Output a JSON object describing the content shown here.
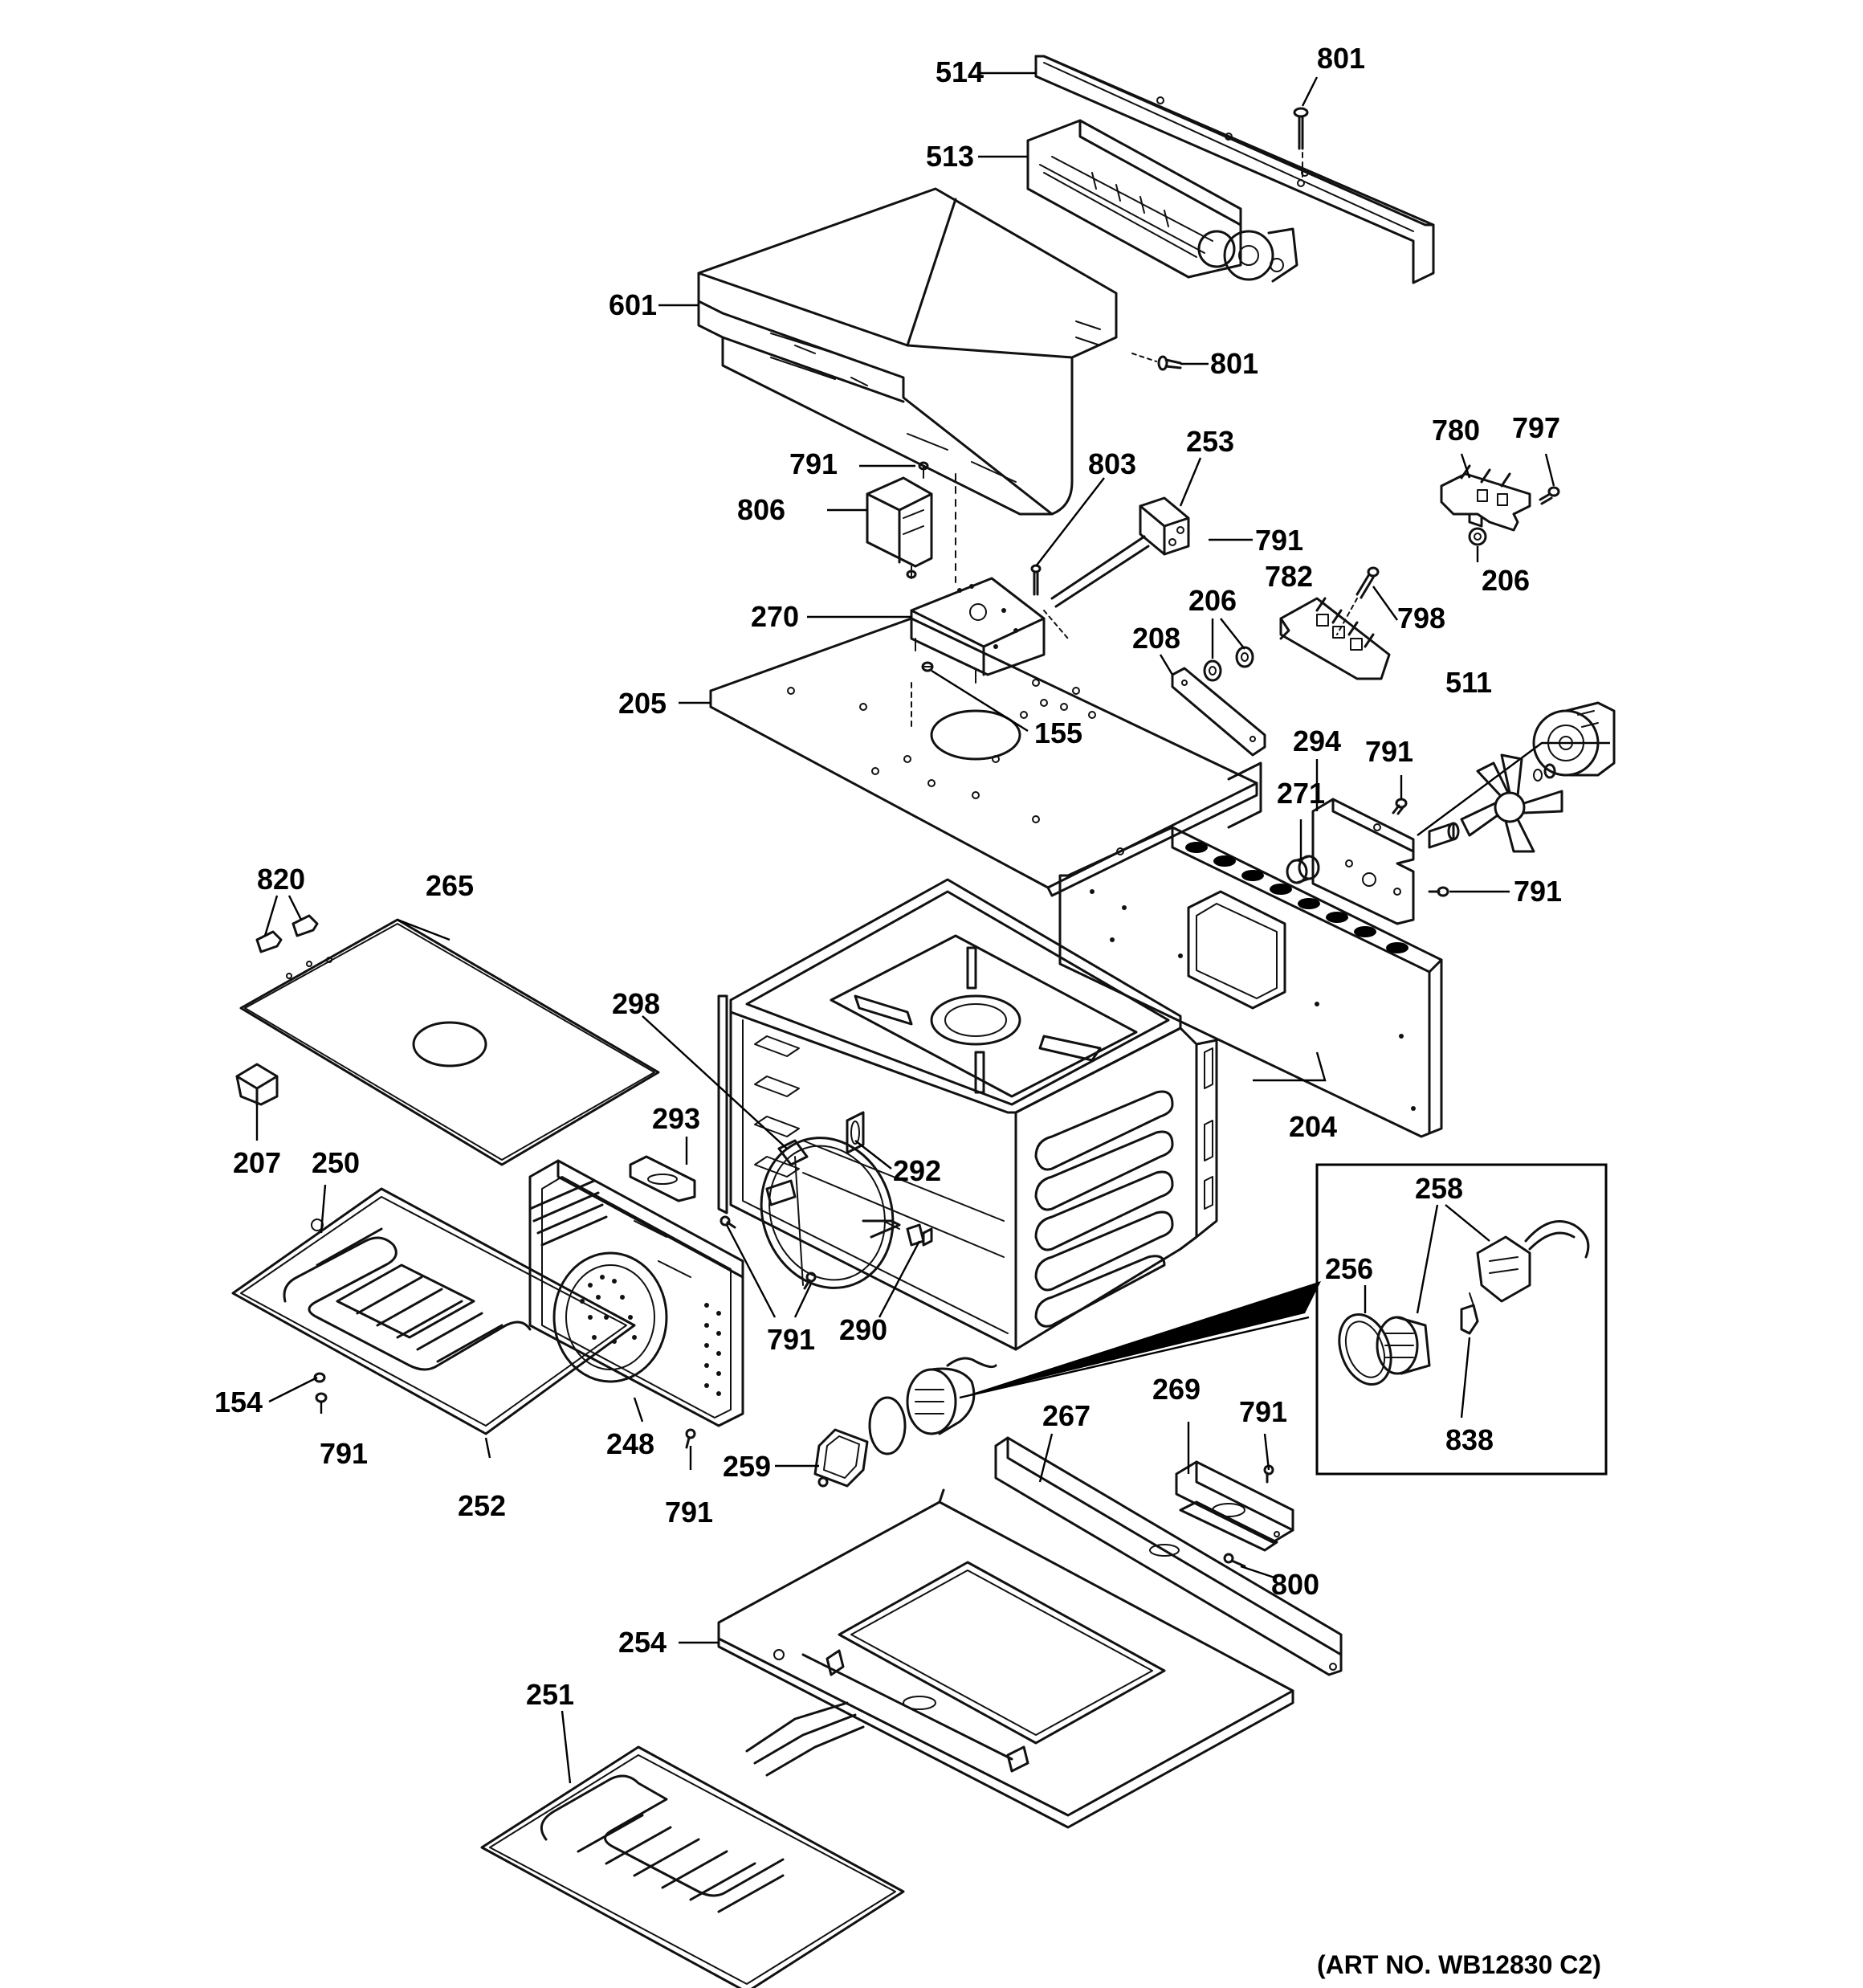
{
  "art_number": "(ART NO. WB12830 C2)",
  "inset_label": "detail-inset",
  "callouts": {
    "c514": "514",
    "c801a": "801",
    "c513": "513",
    "c601": "601",
    "c801b": "801",
    "c791a": "791",
    "c803": "803",
    "c253": "253",
    "c806": "806",
    "c791b": "791",
    "c780": "780",
    "c797": "797",
    "c206a": "206",
    "c270": "270",
    "c206b": "206",
    "c782": "782",
    "c798": "798",
    "c208": "208",
    "c205": "205",
    "c155": "155",
    "c511": "511",
    "c294": "294",
    "c791c": "791",
    "c271": "271",
    "c791d": "791",
    "c820": "820",
    "c265": "265",
    "c298": "298",
    "c207": "207",
    "c293": "293",
    "c292": "292",
    "c204": "204",
    "c250": "250",
    "c258": "258",
    "c256": "256",
    "c791e": "791",
    "c290": "290",
    "c154": "154",
    "c791f": "791",
    "c248": "248",
    "c252": "252",
    "c791g": "791",
    "c259": "259",
    "c267": "267",
    "c269": "269",
    "c791h": "791",
    "c838": "838",
    "c800": "800",
    "c254": "254",
    "c251": "251"
  }
}
